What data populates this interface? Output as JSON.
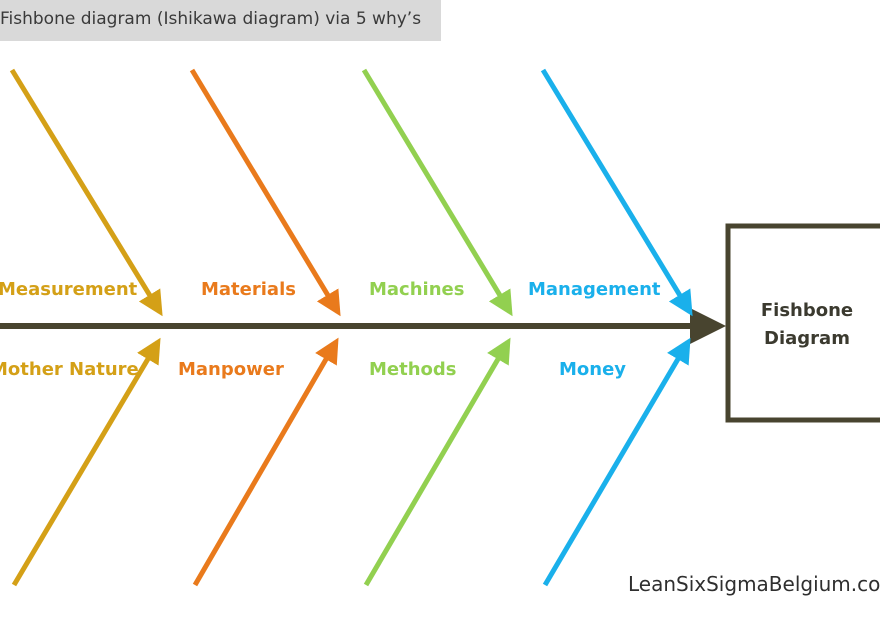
{
  "header": {
    "title": "Fishbone diagram (Ishikawa diagram) via 5 why’s"
  },
  "effect": {
    "line1": "Fishbone",
    "line2": "Diagram"
  },
  "categories": {
    "measurement": {
      "label": "Measurement",
      "color": "#d4a017"
    },
    "materials": {
      "label": "Materials",
      "color": "#e97a1c"
    },
    "machines": {
      "label": "Machines",
      "color": "#92d050"
    },
    "management": {
      "label": "Management",
      "color": "#1ab0eb"
    },
    "mother_nature": {
      "label": "Mother Nature",
      "color": "#d4a017"
    },
    "manpower": {
      "label": "Manpower",
      "color": "#e97a1c"
    },
    "methods": {
      "label": "Methods",
      "color": "#92d050"
    },
    "money": {
      "label": "Money",
      "color": "#1ab0eb"
    }
  },
  "colors": {
    "spine": "#48442f",
    "effect_border": "#48442f"
  },
  "footer": {
    "text": "LeanSixSigmaBelgium.com"
  }
}
